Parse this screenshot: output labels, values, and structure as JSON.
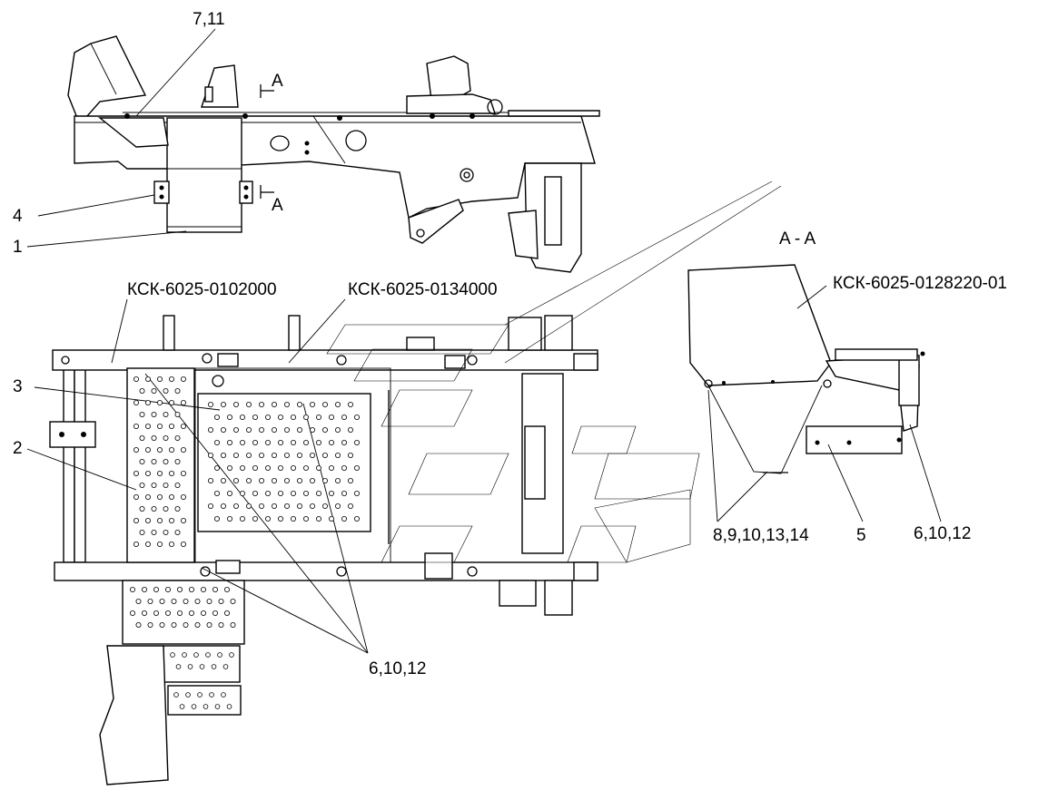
{
  "labels": {
    "callout_7_11": "7,11",
    "section_mark_a_top": "A",
    "section_mark_a_bottom": "A",
    "callout_4": "4",
    "callout_1": "1",
    "section_title": "A - A",
    "part_number_0102000": "КСК-6025-0102000",
    "part_number_0134000": "КСК-6025-0134000",
    "part_number_0128220_01": "КСК-6025-0128220-01",
    "callout_3": "3",
    "callout_2": "2",
    "callout_8_9_10_13_14": "8,9,10,13,14",
    "callout_5": "5",
    "callout_6_10_12_right": "6,10,12",
    "callout_6_10_12_bottom": "6,10,12"
  }
}
